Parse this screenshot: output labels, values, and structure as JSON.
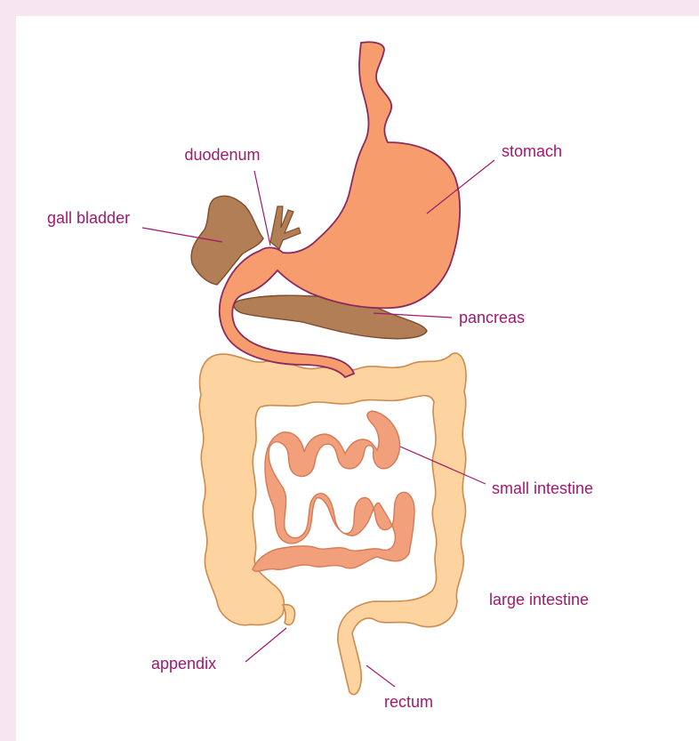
{
  "colors": {
    "page_background": "#f7e6ef",
    "panel_background": "#ffffff",
    "label_text": "#a3176f",
    "leader_line": "#a3176f",
    "stomach_fill": "#f79c6c",
    "stomach_outline": "#8b2a5e",
    "small_intestine_fill": "#f2a07b",
    "large_intestine_fill": "#fdd39f",
    "large_intestine_outline": "#cf8a4d",
    "gland_fill": "#b27e55",
    "gland_outline": "#7d4c2d"
  },
  "labels": {
    "duodenum": "duodenum",
    "stomach": "stomach",
    "gall_bladder": "gall bladder",
    "pancreas": "pancreas",
    "small_intestine": "small intestine",
    "large_intestine": "large intestine",
    "appendix": "appendix",
    "rectum": "rectum"
  }
}
